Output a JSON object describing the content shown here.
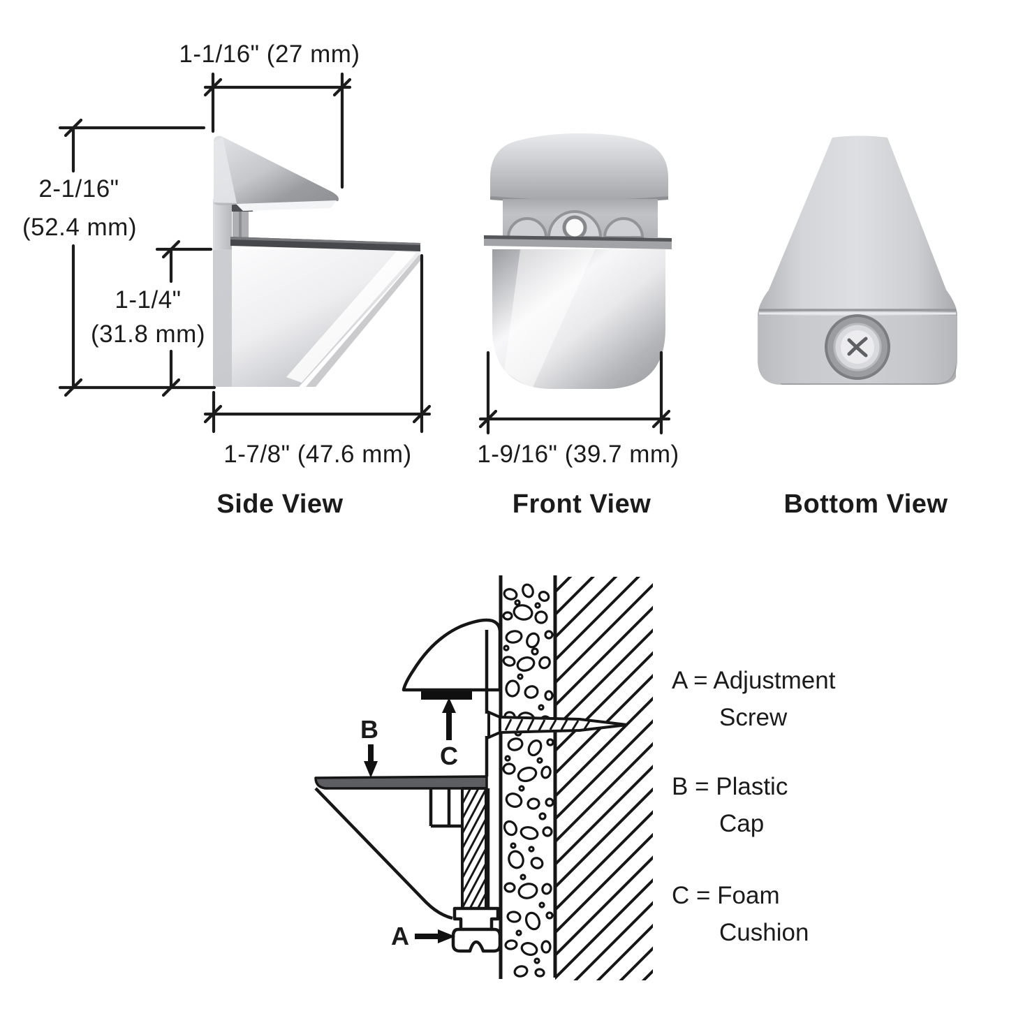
{
  "page": {
    "background": "#ffffff"
  },
  "views": {
    "side": {
      "title": "Side View",
      "dim_top": "1-1/16\" (27 mm)",
      "dim_height": "2-1/16\"",
      "dim_height_mm": "(52.4 mm)",
      "dim_lower": "1-1/4\"",
      "dim_lower_mm": "(31.8 mm)",
      "dim_depth": "1-7/8\" (47.6 mm)"
    },
    "front": {
      "title": "Front View",
      "dim_width": "1-9/16\" (39.7 mm)"
    },
    "bottom": {
      "title": "Bottom View"
    }
  },
  "section": {
    "callout_a": "A",
    "callout_b": "B",
    "callout_c": "C",
    "legend": [
      {
        "line1": "A = Adjustment",
        "line2": "Screw"
      },
      {
        "line1": "B = Plastic",
        "line2": "Cap"
      },
      {
        "line1": "C = Foam",
        "line2": "Cushion"
      }
    ]
  },
  "colors": {
    "line": "#1a1a1a",
    "text": "#1b1b1b",
    "metal_light": "#f2f2f4",
    "metal_mid": "#c7c8cc",
    "metal_dark": "#9fa0a4",
    "gasket": "#47484c"
  }
}
